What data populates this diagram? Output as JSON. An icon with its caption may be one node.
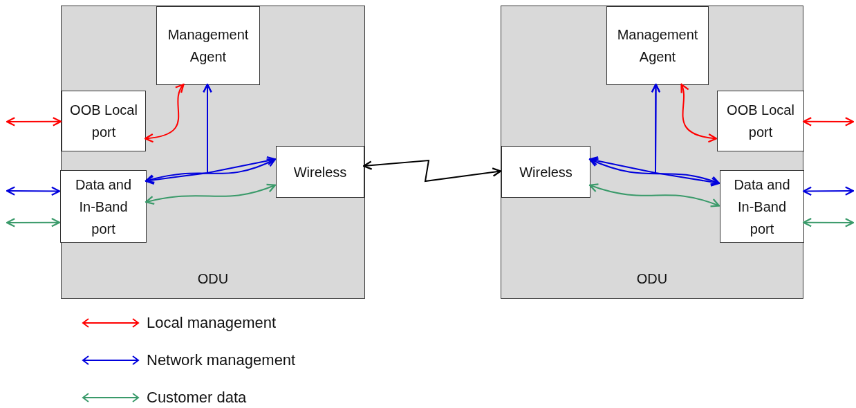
{
  "diagram": {
    "nodes": [
      {
        "text": [
          "ODU"
        ]
      },
      {
        "text": [
          "Management Agent"
        ],
        "in": 0
      },
      {
        "text": [
          "OOB Local port"
        ],
        "in": 0
      },
      {
        "text": [
          "Data and In-Band port"
        ],
        "in": 0
      },
      {
        "text": [
          "Wireless"
        ],
        "in": 0
      },
      {
        "text": [
          "ODU"
        ]
      },
      {
        "text": [
          "Management Agent"
        ],
        "in": 5
      },
      {
        "text": [
          "OOB Local port"
        ],
        "in": 5
      },
      {
        "text": [
          "Wireless"
        ],
        "in": 5
      },
      {
        "text": [
          "Data and In-Band port"
        ],
        "in": 5
      }
    ],
    "edges": [
      {
        "from": 2,
        "to": 1,
        "arrow": "both",
        "color": "#ff0000"
      },
      {
        "from": 3,
        "to": 4,
        "arrow": "both",
        "color": "#0000dd"
      },
      {
        "from": 1,
        "to": 3,
        "arrow": "both",
        "color": "#0000dd"
      },
      {
        "from": 1,
        "to": 4,
        "arrow": "both",
        "color": "#0000dd"
      },
      {
        "from": 3,
        "to": 4,
        "arrow": "both",
        "color": "#3a9a6a"
      },
      {
        "from": 4,
        "to": 8,
        "arrow": "both",
        "color": "#000000"
      },
      {
        "from": null,
        "to": 2,
        "arrow": "both",
        "color": "#ff0000"
      },
      {
        "from": null,
        "to": 3,
        "arrow": "both",
        "color": "#0000dd"
      },
      {
        "from": null,
        "to": 3,
        "arrow": "both",
        "color": "#3a9a6a"
      },
      {
        "from": 7,
        "to": 6,
        "arrow": "both",
        "color": "#ff0000"
      },
      {
        "from": 8,
        "to": 9,
        "arrow": "both",
        "color": "#0000dd"
      },
      {
        "from": 6,
        "to": 8,
        "arrow": "both",
        "color": "#0000dd"
      },
      {
        "from": 6,
        "to": 9,
        "arrow": "both",
        "color": "#0000dd"
      },
      {
        "from": 8,
        "to": 9,
        "arrow": "both",
        "color": "#3a9a6a"
      },
      {
        "from": null,
        "to": 7,
        "arrow": "both",
        "color": "#ff0000"
      },
      {
        "from": null,
        "to": 9,
        "arrow": "both",
        "color": "#0000dd"
      },
      {
        "from": null,
        "to": 9,
        "arrow": "both",
        "color": "#3a9a6a"
      }
    ],
    "legend": [
      {
        "text": "Local management",
        "color": "#ff0000"
      },
      {
        "text": "Network management",
        "color": "#0000dd"
      },
      {
        "text": "Customer data",
        "color": "#3a9a6a"
      }
    ]
  }
}
